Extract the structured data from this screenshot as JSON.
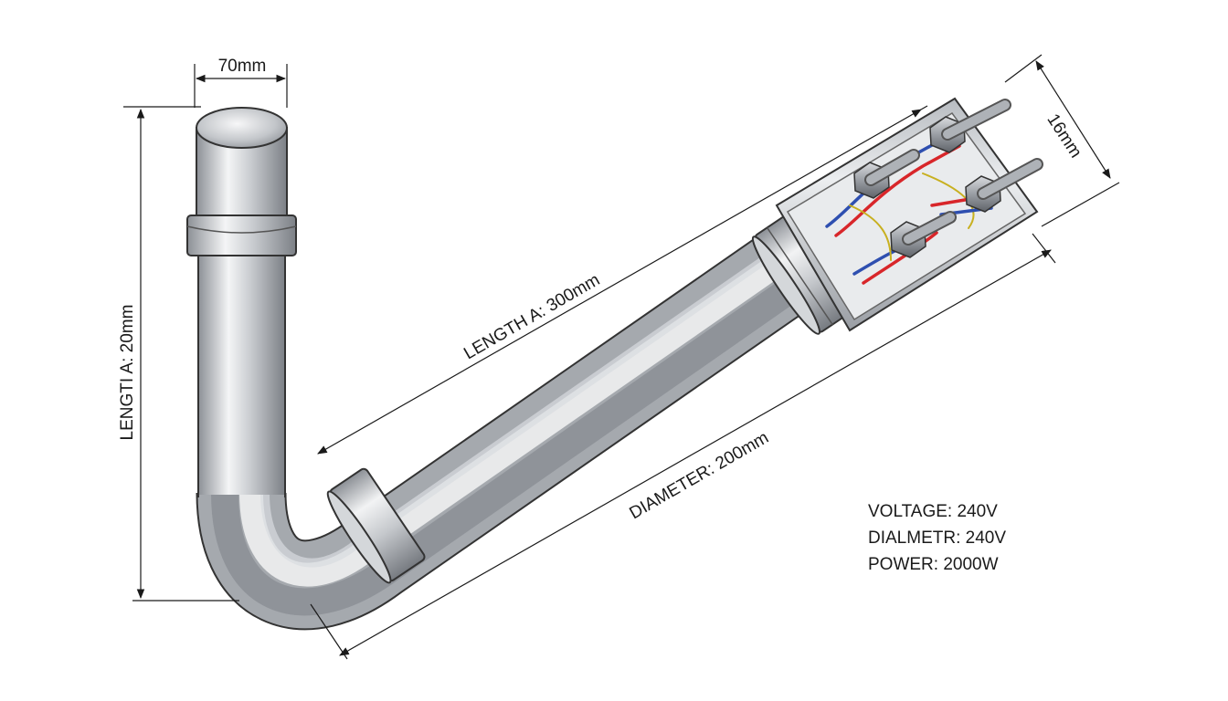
{
  "dimensions": {
    "top_width": "70mm",
    "vertical_length": "LENGTI A: 20mm",
    "length_a": "LENGTH A: 300mm",
    "diameter": "DIAMETER: 200mm",
    "head_size": "16mm"
  },
  "specs": [
    "VOLTAGE: 240V",
    "DIALMETR: 240V",
    "POWER: 2000W"
  ],
  "colors": {
    "line": "#1a1a1a",
    "metal_dark": "#8c9096",
    "metal_light": "#f4f5f6",
    "wire_red": "#d8262a",
    "wire_blue": "#2e4fb0",
    "wire_yellow": "#c8b020"
  }
}
